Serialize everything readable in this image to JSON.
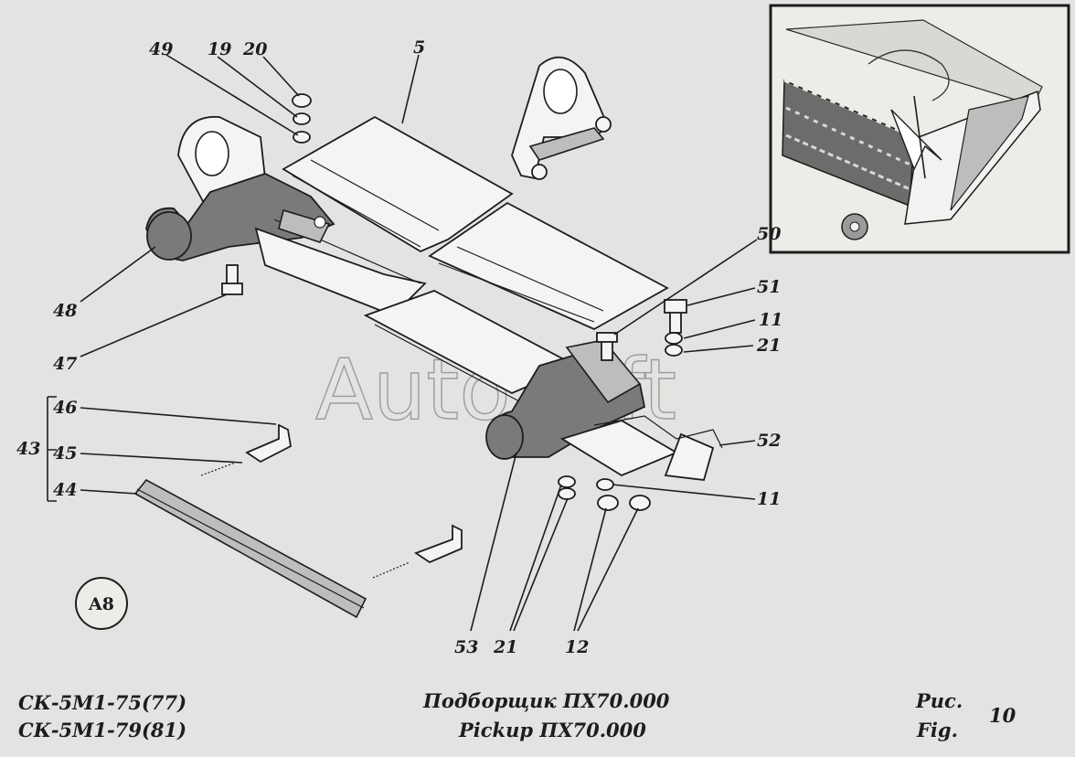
{
  "diagram": {
    "sheet_label": "A8",
    "watermark": "AutoSoft",
    "callouts": {
      "n49": "49",
      "n19": "19",
      "n20": "20",
      "n5": "5",
      "n48": "48",
      "n47": "47",
      "n50": "50",
      "n51": "51",
      "n11a": "11",
      "n21a": "21",
      "n52": "52",
      "n11b": "11",
      "n46": "46",
      "n43": "43",
      "n45": "45",
      "n44": "44",
      "n53": "53",
      "n21b": "21",
      "n12": "12"
    }
  },
  "footer": {
    "model_line_1": "СК-5М1-75(77)",
    "model_line_2": "СК-5М1-79(81)",
    "title_ru": "Подборщик ПХ70.000",
    "title_en": "Pickup ПХ70.000",
    "fig_ru": "Рис.",
    "fig_en": "Fig.",
    "fig_number": "10"
  }
}
